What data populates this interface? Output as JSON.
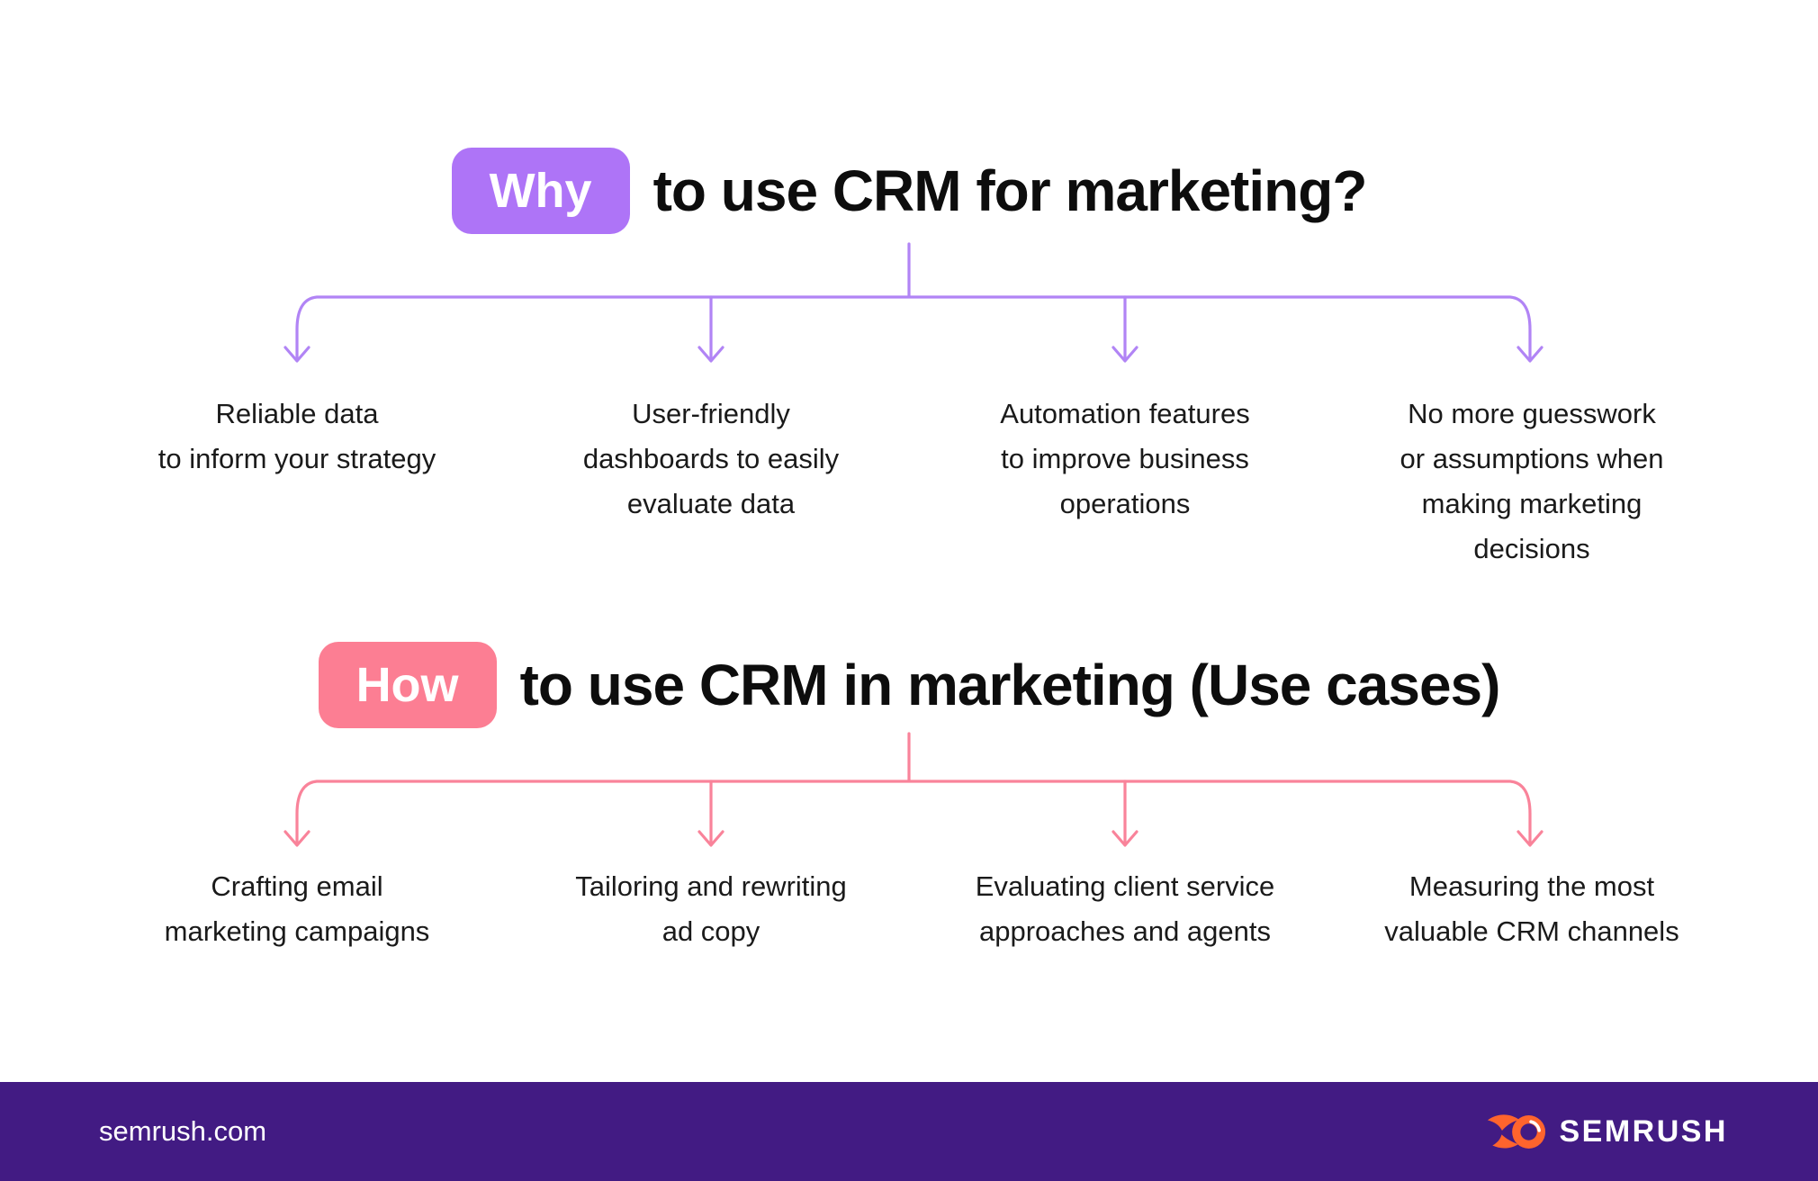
{
  "colors": {
    "purple-badge": "#AE74F7",
    "purple-line": "#B184F5",
    "pink-badge": "#FC7E93",
    "pink-line": "#F9839A",
    "footer-bg": "#421B83",
    "logo-orange": "#FF642D",
    "heading-text": "#0D0D0D",
    "body-text": "#1A1A1A",
    "background": "#FFFFFF"
  },
  "sections": [
    {
      "badge": "Why",
      "title": "to use CRM for marketing?",
      "items": [
        "Reliable data\nto inform your strategy",
        "User-friendly\ndashboards to easily\nevaluate data",
        "Automation features\nto improve business\noperations",
        "No more guesswork\nor assumptions when\nmaking marketing\ndecisions"
      ]
    },
    {
      "badge": "How",
      "title": "to use CRM in marketing (Use cases)",
      "items": [
        "Crafting email\nmarketing campaigns",
        "Tailoring and rewriting\nad copy",
        "Evaluating client service\napproaches and agents",
        "Measuring the most\nvaluable CRM channels"
      ]
    }
  ],
  "footer": {
    "site": "semrush.com",
    "logo_text": "SEMRUSH",
    "logo_icon": "semrush-flame-icon"
  }
}
